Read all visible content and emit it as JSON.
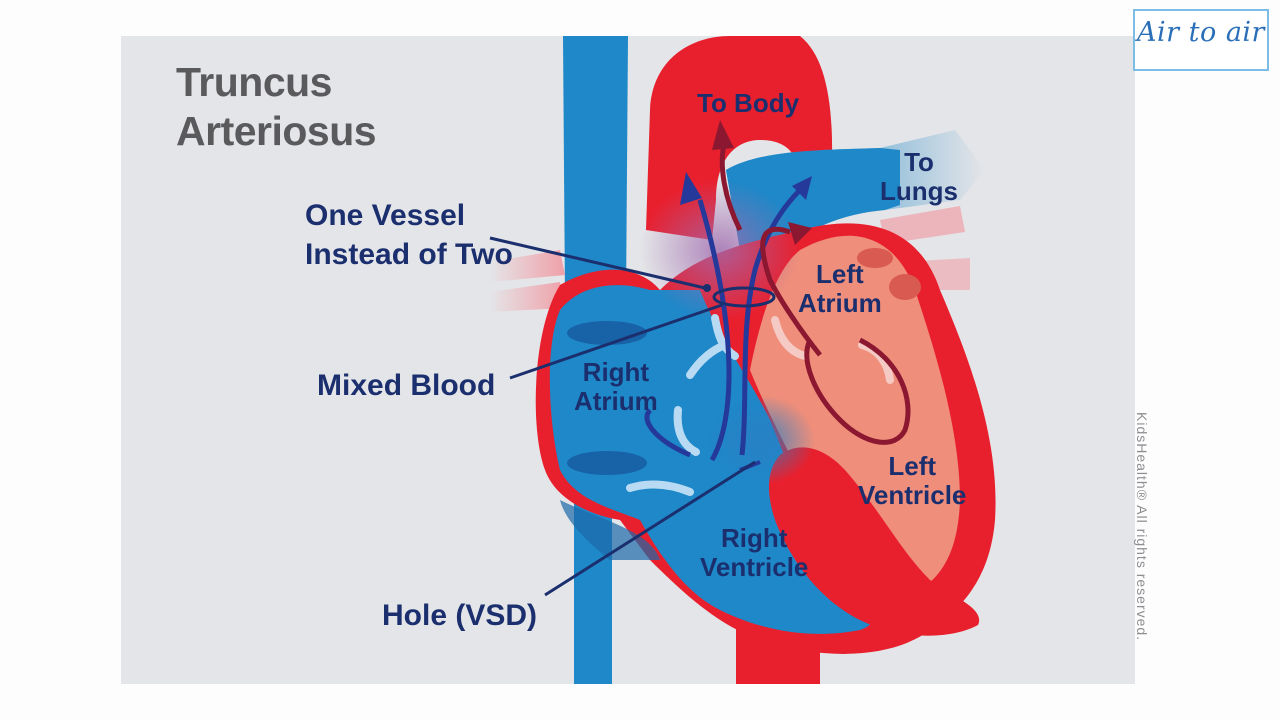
{
  "diagram": {
    "title_line1": "Truncus",
    "title_line2": "Arteriosus",
    "labels": {
      "to_body": "To Body",
      "to_lungs_line1": "To",
      "to_lungs_line2": "Lungs",
      "left_atrium_line1": "Left",
      "left_atrium_line2": "Atrium",
      "right_atrium_line1": "Right",
      "right_atrium_line2": "Atrium",
      "left_ventricle_line1": "Left",
      "left_ventricle_line2": "Ventricle",
      "right_ventricle_line1": "Right",
      "right_ventricle_line2": "Ventricle"
    },
    "callouts": {
      "one_vessel_line1": "One Vessel",
      "one_vessel_line2": "Instead of Two",
      "mixed_blood": "Mixed Blood",
      "hole_vsd": "Hole (VSD)"
    },
    "credit": "KidsHealth® All rights reserved.",
    "colors": {
      "oxygenated": "#e8202e",
      "deoxygenated": "#1e88c8",
      "dark_blue_arrow": "#25399a",
      "dark_red_arrow": "#8b1830",
      "left_heart_chamber": "#ef8e7a",
      "label_text": "#1b2f6e",
      "title_text": "#5a5a5c",
      "panel_background": "#e4e5e8"
    }
  },
  "logo": {
    "text": "Air to air"
  }
}
